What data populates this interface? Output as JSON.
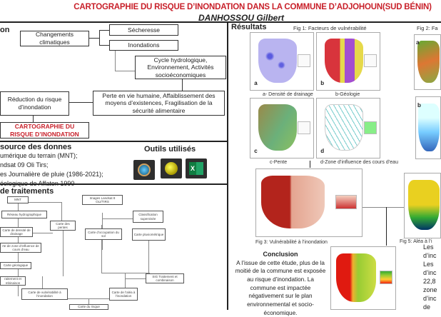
{
  "header": {
    "title": "CARTOGRAPHIE DU RISQUE D’INONDATION DANS LA COMMUNE D’ADJOHOUN(SUD BÉNIN)",
    "author": "DANHOSSOU Gilbert"
  },
  "intro": {
    "heading_fragment": "on",
    "boxes": {
      "changements": "Changements climatiques",
      "secheresse": "Sécheresse",
      "inondations": "Inondations",
      "cycle": "Cycle hydrologique, Environnement, Activités socioéconomiques",
      "reduction": "Réduction du risque d’inondation",
      "perte": "Perte en vie humaine, Affaiblissement des moyens d’existences, Fragilisation de la sécurité alimentaire",
      "cartographie": "CARTOGRAPHIE DU RISQUE D’INONDATION"
    }
  },
  "sources": {
    "heading": "source des donnes",
    "items": [
      "umérique du terrain (MNT);",
      "ndsat 09 Oli Tirs;",
      "es Journalière de pluie (1986-2021);",
      "éologique de Affaton 1990"
    ]
  },
  "tools": {
    "heading": "Outils utilisés",
    "icons": [
      "qgis-search-icon",
      "google-earth-icon",
      "excel-icon"
    ],
    "excel_letter": "X"
  },
  "processing": {
    "heading": "de traitements",
    "boxes": {
      "mnt": "MNT",
      "reseau": "Réseau hydrographique",
      "pentes": "Carte des pentes",
      "densite": "Carte de densité de drainage",
      "influence": "rte de zone d’influence de cours d’eau",
      "geologique": "Carte géologique",
      "traitement": "raitement et mbinaison",
      "vulnerabilite": "Carte de vulnérabilité à l’inondation",
      "landsat": "Images Landsat 8 OLI/TIRS",
      "classification": "Classification supervisée",
      "occupation": "Carte d’occupation du sol",
      "pluvio": "Carte pluviométrique",
      "sig": "SIG Traitement et combinaison",
      "alea": "Carte de l’aléa à l’inondation",
      "risque": "Carte du risque"
    }
  },
  "results": {
    "heading": "Résultats",
    "fig1_title": "Fig 1: Facteurs de vulnérabilité",
    "fig2_title": "Fig 2: Fa",
    "maps": [
      {
        "letter": "a",
        "caption": "a- Densité de drainage"
      },
      {
        "letter": "b",
        "caption": "b-Géologie"
      },
      {
        "letter": "c",
        "caption": "c-Pente"
      },
      {
        "letter": "d",
        "caption": "d-Zone d’influence des cours d’eau"
      }
    ],
    "fig2_letters": [
      "a",
      "b"
    ],
    "fig3_caption": "Fig 3: Vulnérabilité à l’inondation",
    "fig5_caption": "Fig 5: Aléa à l’i",
    "side_text": [
      "Les",
      "d’inc",
      "Les",
      "d’inc",
      "22,8",
      "zone",
      "d’inc",
      "de"
    ]
  },
  "conclusion": {
    "heading": "Conclusion",
    "text": "A l’issue de cette étude, plus de la moitié de la commune est exposée au risque d’inondation. La commune est impactée négativement sur le plan environnemental et socio-économique."
  }
}
